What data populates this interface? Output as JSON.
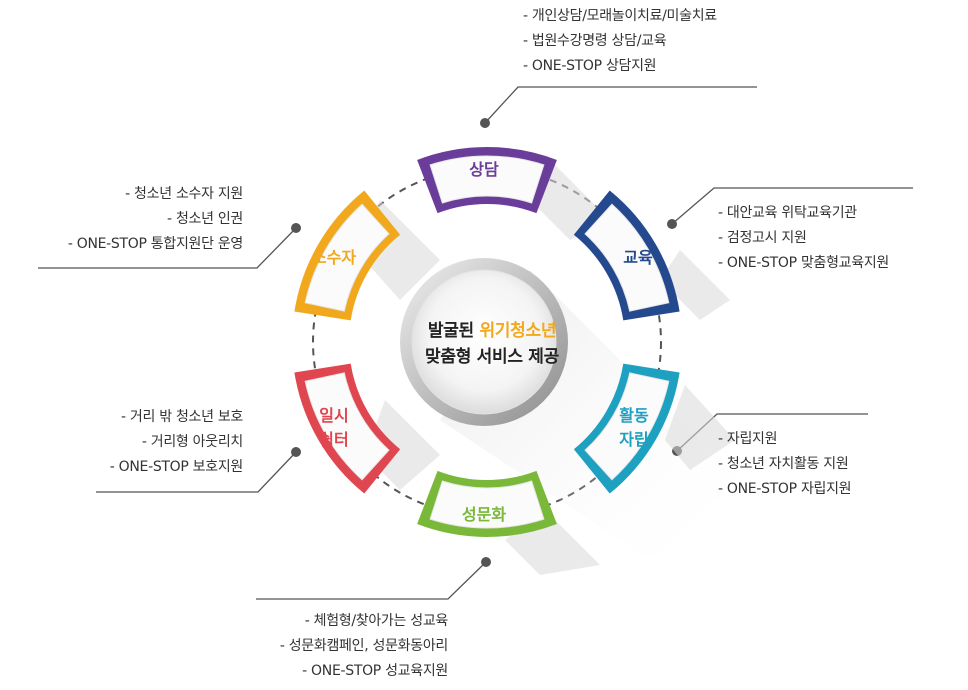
{
  "center": {
    "line1_prefix": "발굴된 ",
    "line1_highlight": "위기청소년",
    "line2": "맞춤형 서비스 제공",
    "highlight_color": "#f2a81d"
  },
  "segments": [
    {
      "id": "counsel",
      "label": "상담",
      "color": "#6a3d9a"
    },
    {
      "id": "edu",
      "label": "교육",
      "color": "#25498f"
    },
    {
      "id": "activity",
      "label_line1": "활동",
      "label_line2": "자립",
      "color": "#1ea0c1"
    },
    {
      "id": "sex_culture",
      "label": "성문화",
      "color": "#7ab83a"
    },
    {
      "id": "shelter",
      "label_line1": "일시",
      "label_line2": "쉼터",
      "color": "#e04650"
    },
    {
      "id": "minority",
      "label": "소수자",
      "color": "#f2a81d"
    }
  ],
  "blocks": {
    "counsel": [
      "- 개인상담/모래놀이치료/미술치료",
      "- 법원수강명령 상담/교육",
      "- ONE-STOP 상담지원"
    ],
    "edu": [
      "- 대안교육 위탁교육기관",
      "- 검정고시 지원",
      "- ONE-STOP 맞춤형교육지원"
    ],
    "activity": [
      "- 자립지원",
      "- 청소년 자치활동 지원",
      "- ONE-STOP 자립지원"
    ],
    "sex_culture": [
      "- 체험형/찾아가는 성교육",
      "- 성문화캠페인, 성문화동아리",
      "- ONE-STOP 성교육지원"
    ],
    "shelter": [
      "- 거리 밖 청소년 보호",
      "- 거리형 아웃리치",
      "- ONE-STOP 보호지원"
    ],
    "minority": [
      "- 청소년 소수자 지원",
      "- 청소년 인권",
      "- ONE-STOP 통합지원단 운영"
    ]
  }
}
